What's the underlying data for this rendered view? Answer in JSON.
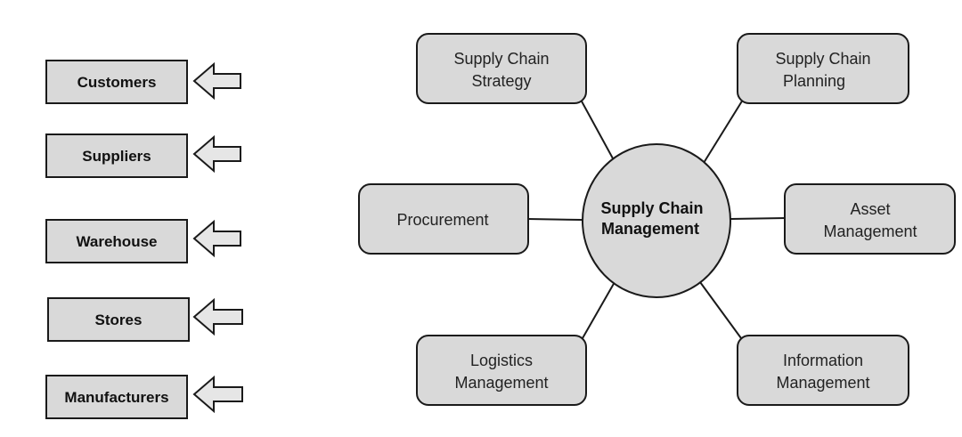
{
  "entities": [
    {
      "label": "Customers"
    },
    {
      "label": "Suppliers"
    },
    {
      "label": "Warehouse"
    },
    {
      "label": "Stores"
    },
    {
      "label": "Manufacturers"
    }
  ],
  "hub": {
    "line1": "Supply Chain",
    "line2": "Management"
  },
  "functions": {
    "strategy": {
      "line1": "Supply Chain",
      "line2": "Strategy"
    },
    "planning": {
      "line1": "Supply Chain",
      "line2": "Planning"
    },
    "procurement": {
      "line1": "Procurement"
    },
    "asset": {
      "line1": "Asset",
      "line2": "Management"
    },
    "logistics": {
      "line1": "Logistics",
      "line2": "Management"
    },
    "information": {
      "line1": "Information",
      "line2": "Management"
    }
  },
  "colors": {
    "box_fill": "#d9d9d9",
    "stroke": "#1a1a1a",
    "arrow_fill": "#e6e6e6"
  }
}
